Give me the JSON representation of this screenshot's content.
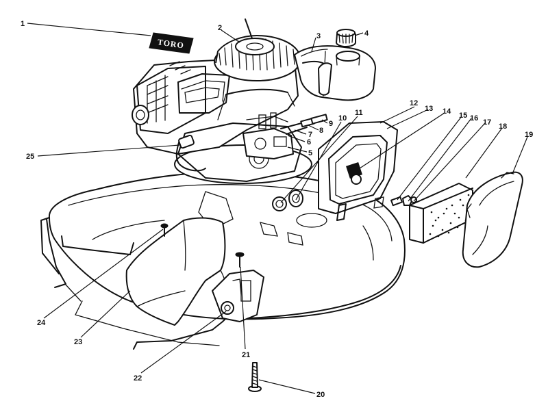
{
  "logo": {
    "text": "TORO"
  },
  "callouts": [
    {
      "label": "1",
      "part": "decal"
    },
    {
      "label": "2",
      "part": "recoil-starter"
    },
    {
      "label": "3",
      "part": "fuel-tank"
    },
    {
      "label": "4",
      "part": "fuel-cap"
    },
    {
      "label": "5",
      "part": "carburetor"
    },
    {
      "label": "6",
      "part": "screw"
    },
    {
      "label": "7",
      "part": "washer"
    },
    {
      "label": "8",
      "part": "screw"
    },
    {
      "label": "9",
      "part": "screw"
    },
    {
      "label": "10",
      "part": "air-cleaner-gasket"
    },
    {
      "label": "11",
      "part": "primer-bulb"
    },
    {
      "label": "12",
      "part": "air-cleaner-base"
    },
    {
      "label": "13",
      "part": "air-cleaner-base"
    },
    {
      "label": "14",
      "part": "screw"
    },
    {
      "label": "15",
      "part": "nut"
    },
    {
      "label": "16",
      "part": "washer"
    },
    {
      "label": "17",
      "part": "filter"
    },
    {
      "label": "18",
      "part": "foam-element"
    },
    {
      "label": "19",
      "part": "air-cleaner-cover"
    },
    {
      "label": "20",
      "part": "bolt"
    },
    {
      "label": "21",
      "part": "screw"
    },
    {
      "label": "22",
      "part": "bracket"
    },
    {
      "label": "23",
      "part": "discharge-deflector"
    },
    {
      "label": "24",
      "part": "screw"
    },
    {
      "label": "25",
      "part": "spark-plug-wire"
    }
  ]
}
